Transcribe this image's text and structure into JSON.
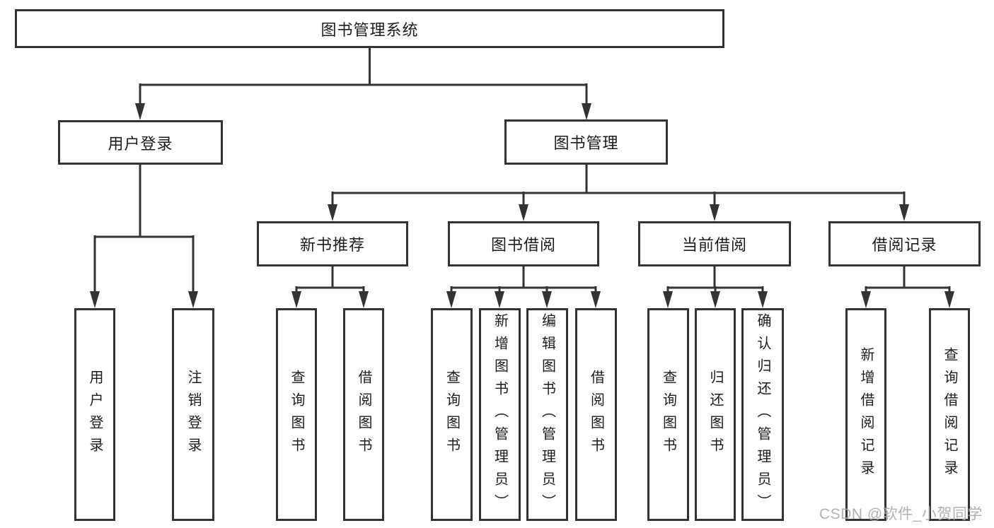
{
  "diagram_title": "图书管理系统",
  "tree": {
    "root": {
      "label": "图书管理系统"
    },
    "children": [
      {
        "label": "用户登录",
        "children": [
          {
            "label": "用户登录"
          },
          {
            "label": "注销登录"
          }
        ]
      },
      {
        "label": "图书管理",
        "children": [
          {
            "label": "新书推荐",
            "children": [
              {
                "label": "查询图书"
              },
              {
                "label": "借阅图书"
              }
            ]
          },
          {
            "label": "图书借阅",
            "children": [
              {
                "label": "查询图书"
              },
              {
                "label": "新增图书（管理员）"
              },
              {
                "label": "编辑图书（管理员）"
              },
              {
                "label": "借阅图书"
              }
            ]
          },
          {
            "label": "当前借阅",
            "children": [
              {
                "label": "查询图书"
              },
              {
                "label": "归还图书"
              },
              {
                "label": "确认归还（管理员）"
              }
            ]
          },
          {
            "label": "借阅记录",
            "children": [
              {
                "label": "新增借阅记录"
              },
              {
                "label": "查询借阅记录"
              }
            ]
          }
        ]
      }
    ]
  },
  "watermark": {
    "text": "CSDN @软件_小贺同学"
  },
  "colors": {
    "line": "#333333",
    "box_border": "#333333",
    "text": "#1c1c1c",
    "background": "#ffffff",
    "watermark": "#a8a8a8"
  }
}
